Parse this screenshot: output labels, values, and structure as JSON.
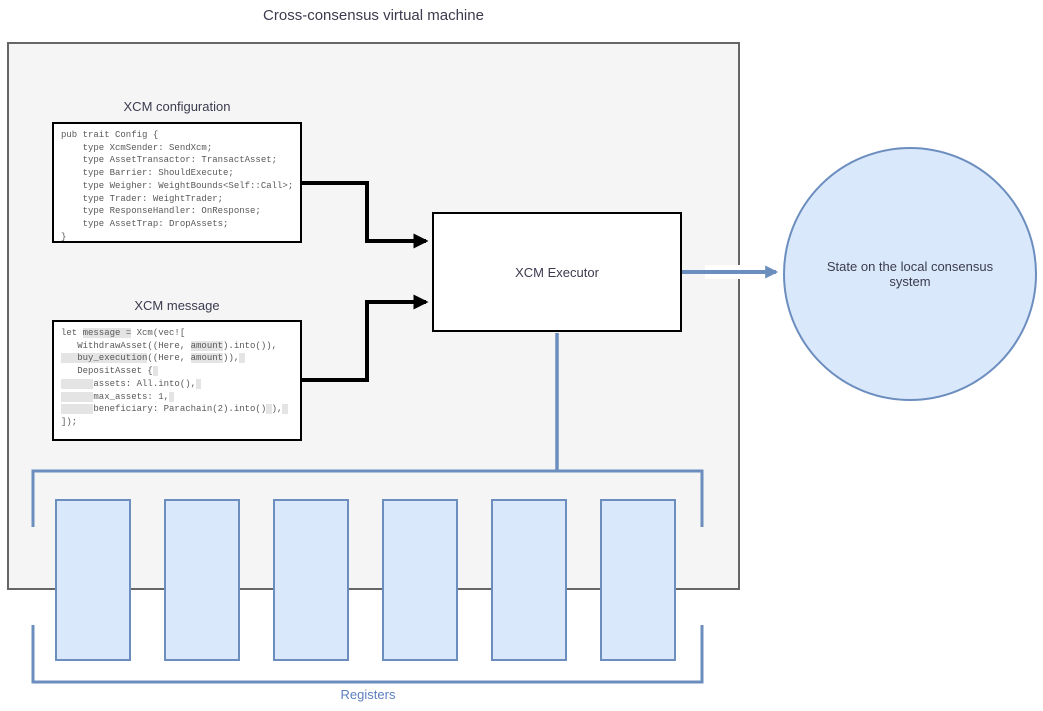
{
  "diagram": {
    "title": "Cross-consensus virtual machine",
    "registers_label": "Registers",
    "register_count": 6
  },
  "config_block": {
    "label": "XCM configuration",
    "code": [
      [
        {
          "t": "pub trait Config {",
          "h": false
        }
      ],
      [
        {
          "t": "    type XcmSender: SendXcm;",
          "h": false
        }
      ],
      [
        {
          "t": "    type AssetTransactor: TransactAsset;",
          "h": false
        }
      ],
      [
        {
          "t": "    type Barrier: ShouldExecute;",
          "h": false
        }
      ],
      [
        {
          "t": "    type Weigher: WeightBounds<Self::Call>;",
          "h": false
        }
      ],
      [
        {
          "t": "    type Trader: WeightTrader;",
          "h": false
        }
      ],
      [
        {
          "t": "    type ResponseHandler: OnResponse;",
          "h": false
        }
      ],
      [
        {
          "t": "    type AssetTrap: DropAssets;",
          "h": false
        }
      ],
      [
        {
          "t": "}",
          "h": false
        }
      ]
    ]
  },
  "message_block": {
    "label": "XCM message",
    "code": [
      [
        {
          "t": "let ",
          "h": false
        },
        {
          "t": "message =",
          "h": true
        },
        {
          "t": " Xcm(vec![",
          "h": false
        }
      ],
      [
        {
          "t": "   WithdrawAsset((Here, ",
          "h": false
        },
        {
          "t": "amount",
          "h": true
        },
        {
          "t": ").into()),",
          "h": false
        }
      ],
      [
        {
          "t": "   ",
          "h": true
        },
        {
          "t": "buy_execution",
          "h": true
        },
        {
          "t": "((Here, ",
          "h": false
        },
        {
          "t": "amount",
          "h": true
        },
        {
          "t": ")),",
          "h": false
        },
        {
          "t": " ",
          "h": true
        }
      ],
      [
        {
          "t": "   DepositAsset {",
          "h": false
        },
        {
          "t": " ",
          "h": true
        }
      ],
      [
        {
          "t": "      ",
          "h": true
        },
        {
          "t": "assets: All.into(),",
          "h": false
        },
        {
          "t": " ",
          "h": true
        }
      ],
      [
        {
          "t": "      ",
          "h": true
        },
        {
          "t": "max_assets: 1,",
          "h": false
        },
        {
          "t": " ",
          "h": true
        }
      ],
      [
        {
          "t": "      ",
          "h": true
        },
        {
          "t": "beneficiary: Parachain(2).into()",
          "h": false
        },
        {
          "t": " ",
          "h": true
        },
        {
          "t": "),",
          "h": false
        },
        {
          "t": " ",
          "h": true
        }
      ],
      [
        {
          "t": "]);",
          "h": false
        }
      ]
    ]
  },
  "executor": {
    "label": "XCM Executor"
  },
  "state_circle": {
    "label": "State on the local consensus system"
  },
  "colors": {
    "accent_blue": "#6c8ebf",
    "fill_blue": "#dae8fc",
    "container_fill": "#f5f5f5",
    "container_border": "#666666",
    "code_text": "#595959",
    "label_text": "#3b3b4f",
    "arrow_black": "#000000"
  }
}
